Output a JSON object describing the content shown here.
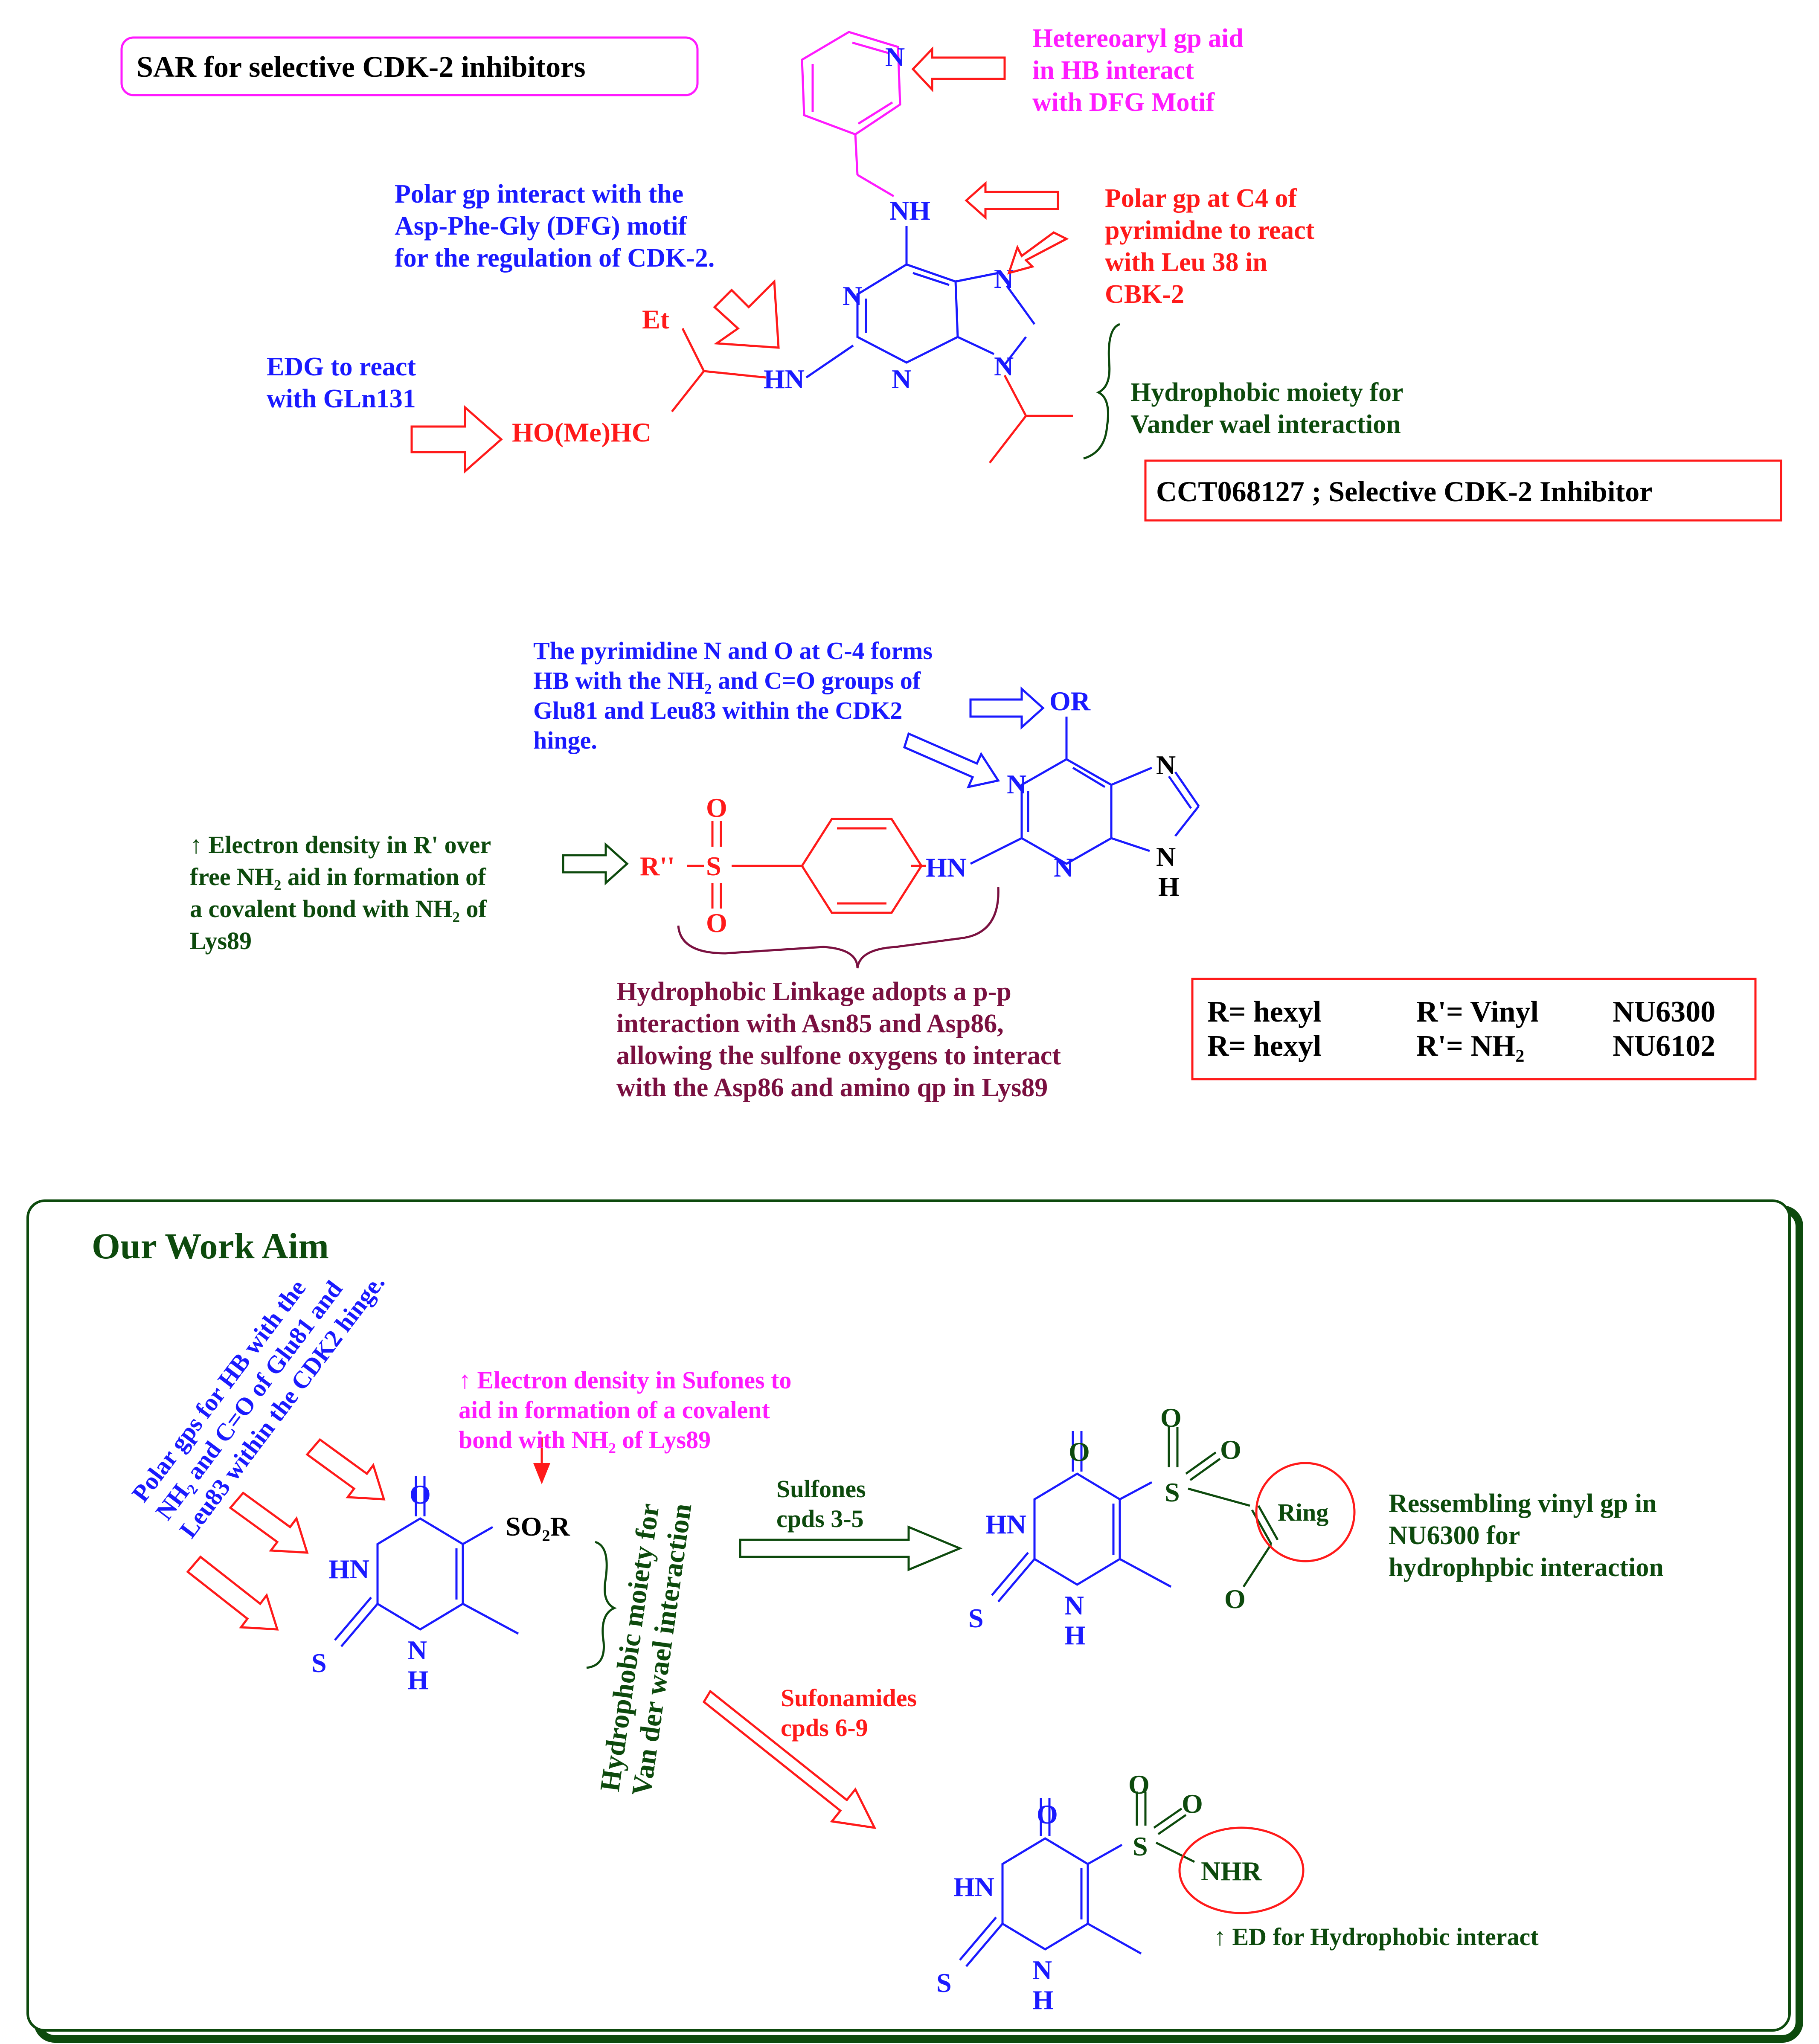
{
  "colors": {
    "blue": "#1a1aff",
    "red": "#ff1a1a",
    "green": "#0d4a0d",
    "magenta": "#ff1aff",
    "purple": "#7a1040",
    "black": "#000000"
  },
  "top": {
    "title": "SAR for selective CDK-2 inhibitors",
    "heteroaryl": [
      "Hetereoaryl gp aid",
      "in HB interact",
      "with DFG Motif"
    ],
    "polar_dfg": [
      "Polar gp interact with the",
      "Asp-Phe-Gly (DFG) motif",
      "for the regulation of CDK-2."
    ],
    "polar_c4": [
      "Polar gp at C4 of",
      "pyrimidne to react",
      "with Leu 38 in",
      "CBK-2"
    ],
    "edg": [
      "EDG to react",
      "with GLn131"
    ],
    "hydrophobic": [
      "Hydrophobic moiety for",
      "Vander wael interaction"
    ],
    "compound": "CCT068127 ; Selective CDK-2 Inhibitor",
    "atoms": {
      "N": "N",
      "NH": "NH",
      "HN": "HN",
      "Et": "Et",
      "HOMeHC": "HO(Me)HC"
    }
  },
  "middle": {
    "pyrimidine_note": [
      "The pyrimidine N and O at C-4 forms",
      "HB with the NH₂ and C=O groups of",
      "Glu81 and Leu83 within the CDK2",
      "hinge."
    ],
    "electron_note": [
      "↑ Electron density in R' over",
      "free NH₂ aid in formation of",
      " a covalent bond with NH₂ of",
      "Lys89"
    ],
    "linkage_note": [
      "Hydrophobic Linkage adopts a p-p",
      "interaction with Asn85 and Asp86,",
      "allowing the sulfone oxygens to interact",
      "with the Asp86 and amino qp in Lys89"
    ],
    "table": [
      {
        "r": "R= hexyl",
        "r2": "R'= Vinyl",
        "code": "NU6300"
      },
      {
        "r": "R= hexyl",
        "r2": "R'= NH₂",
        "code": "NU6102"
      }
    ],
    "atoms": {
      "OR": "OR",
      "N": "N",
      "H": "H",
      "HN": "HN",
      "O": "O",
      "S": "S",
      "R2": "R''"
    }
  },
  "aim": {
    "title": "Our Work Aim",
    "polar_rot": [
      "Polar gps for HB with the",
      "NH₂ and C=O of Glu81 and",
      "Leu83 within the CDK2 hinge."
    ],
    "electron": [
      "↑ Electron density in Sufones  to",
      "aid in formation of a covalent",
      "bond with NH₂ of Lys89"
    ],
    "hydro_rot": [
      "Hydrophobic moiety for",
      "Van der wael interaction"
    ],
    "sulfones": [
      "Sulfones",
      "cpds 3-5"
    ],
    "sulfonamides": [
      "Sufonamides",
      "cpds 6-9"
    ],
    "ressembling": [
      "Ressembling vinyl gp in",
      "NU6300 for",
      "hydrophpbic interaction"
    ],
    "ed_note": "↑ ED for Hydrophobic interact",
    "atoms": {
      "O": "O",
      "HN": "HN",
      "N": "N",
      "H": "H",
      "S": "S",
      "SO2R": "SO₂R",
      "Ring": "Ring",
      "NHR": "NHR"
    }
  }
}
